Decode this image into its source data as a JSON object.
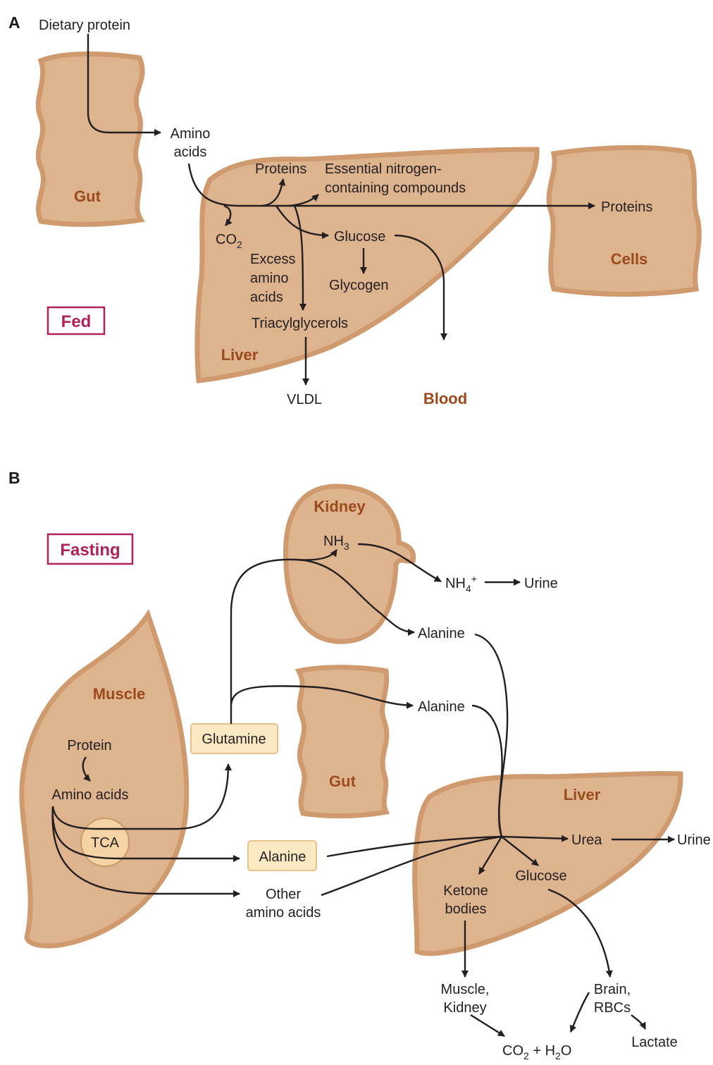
{
  "panel_a": {
    "letter": "A",
    "state": "Fed",
    "organs": {
      "gut": "Gut",
      "liver": "Liver",
      "cells": "Cells",
      "blood": "Blood"
    },
    "labels": {
      "dietary_protein": "Dietary protein",
      "amino": "Amino",
      "acids": "acids",
      "proteins_liver": "Proteins",
      "essential_1": "Essential nitrogen-",
      "essential_2": "containing compounds",
      "proteins_cells": "Proteins",
      "co2_base": "CO",
      "co2_sub": "2",
      "glucose": "Glucose",
      "excess_1": "Excess",
      "excess_2": "amino",
      "excess_3": "acids",
      "glycogen": "Glycogen",
      "triacylglycerols": "Triacylglycerols",
      "vldl": "VLDL"
    }
  },
  "panel_b": {
    "letter": "B",
    "state": "Fasting",
    "organs": {
      "kidney": "Kidney",
      "muscle": "Muscle",
      "gut": "Gut",
      "liver": "Liver"
    },
    "labels": {
      "nh3_base": "NH",
      "nh3_sub": "3",
      "nh4_base": "NH",
      "nh4_sub": "4",
      "nh4_sup": "+",
      "urine_kidney": "Urine",
      "alanine_kidney": "Alanine",
      "alanine_gut": "Alanine",
      "protein": "Protein",
      "amino_acids": "Amino acids",
      "glutamine": "Glutamine",
      "tca": "TCA",
      "alanine_box": "Alanine",
      "other_1": "Other",
      "other_2": "amino acids",
      "urea": "Urea",
      "urine_liver": "Urine",
      "ketone_1": "Ketone",
      "ketone_2": "bodies",
      "glucose": "Glucose",
      "muscle_kidney_1": "Muscle,",
      "muscle_kidney_2": "Kidney",
      "brain_1": "Brain,",
      "brain_2": "RBCs",
      "lactate": "Lactate",
      "co2_base": "CO",
      "co2_sub": "2",
      "co2_plus": " + H",
      "h2o_sub": "2",
      "h2o_end": "O"
    }
  },
  "colors": {
    "organ_fill": "#deb48f",
    "organ_edge": "#cf9a6e",
    "organ_label": "#9b4a1c",
    "state_label": "#b0205a",
    "box_fill": "#fbe9c4"
  }
}
